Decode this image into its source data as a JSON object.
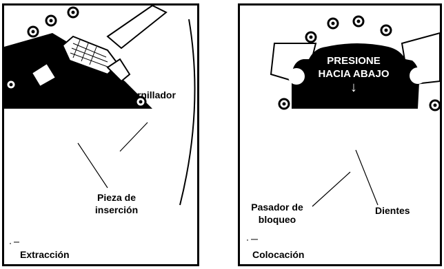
{
  "left_panel": {
    "labels": {
      "screwdriver": "Destornillador",
      "insert": "Pieza de inserción"
    },
    "caption": "Extracción"
  },
  "right_panel": {
    "instruction_line1": "PRESIONE",
    "instruction_line2": "HACIA ABAJO",
    "arrow": "↓",
    "labels": {
      "locking_pin_line1": "Pasador de",
      "locking_pin_line2": "bloqueo",
      "teeth": "Dientes"
    },
    "caption": "Colocación"
  },
  "colors": {
    "ink": "#000000",
    "paper": "#ffffff"
  }
}
